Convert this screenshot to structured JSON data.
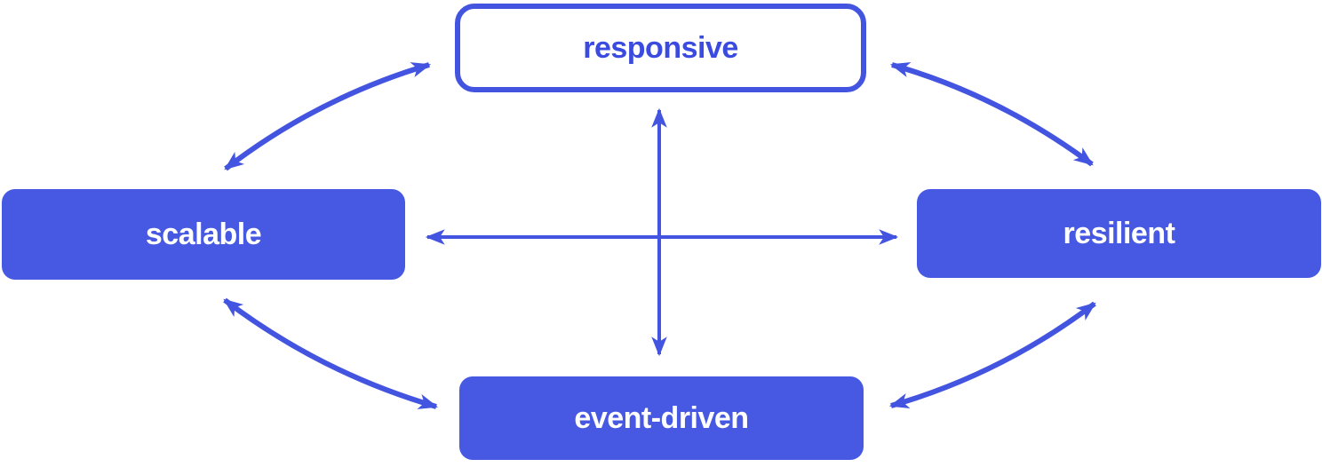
{
  "diagram": {
    "nodes": [
      {
        "id": "responsive",
        "label": "responsive",
        "style": "outlined",
        "position": "top-center"
      },
      {
        "id": "scalable",
        "label": "scalable",
        "style": "filled",
        "position": "middle-left"
      },
      {
        "id": "resilient",
        "label": "resilient",
        "style": "filled",
        "position": "middle-right"
      },
      {
        "id": "event-driven",
        "label": "event-driven",
        "style": "filled",
        "position": "bottom-center"
      }
    ],
    "edges": [
      {
        "from": "responsive",
        "to": "scalable",
        "shape": "curved",
        "bidirectional": true
      },
      {
        "from": "responsive",
        "to": "resilient",
        "shape": "curved",
        "bidirectional": true
      },
      {
        "from": "scalable",
        "to": "event-driven",
        "shape": "curved",
        "bidirectional": true
      },
      {
        "from": "resilient",
        "to": "event-driven",
        "shape": "curved",
        "bidirectional": true
      },
      {
        "from": "responsive",
        "to": "event-driven",
        "shape": "straight",
        "bidirectional": true
      },
      {
        "from": "scalable",
        "to": "resilient",
        "shape": "straight",
        "bidirectional": true
      }
    ],
    "colors": {
      "accent": "#4355e0",
      "node_fill": "#4759e2",
      "node_text_filled": "#ffffff",
      "node_text_outlined": "#3b4be0",
      "background": "#ffffff"
    }
  }
}
